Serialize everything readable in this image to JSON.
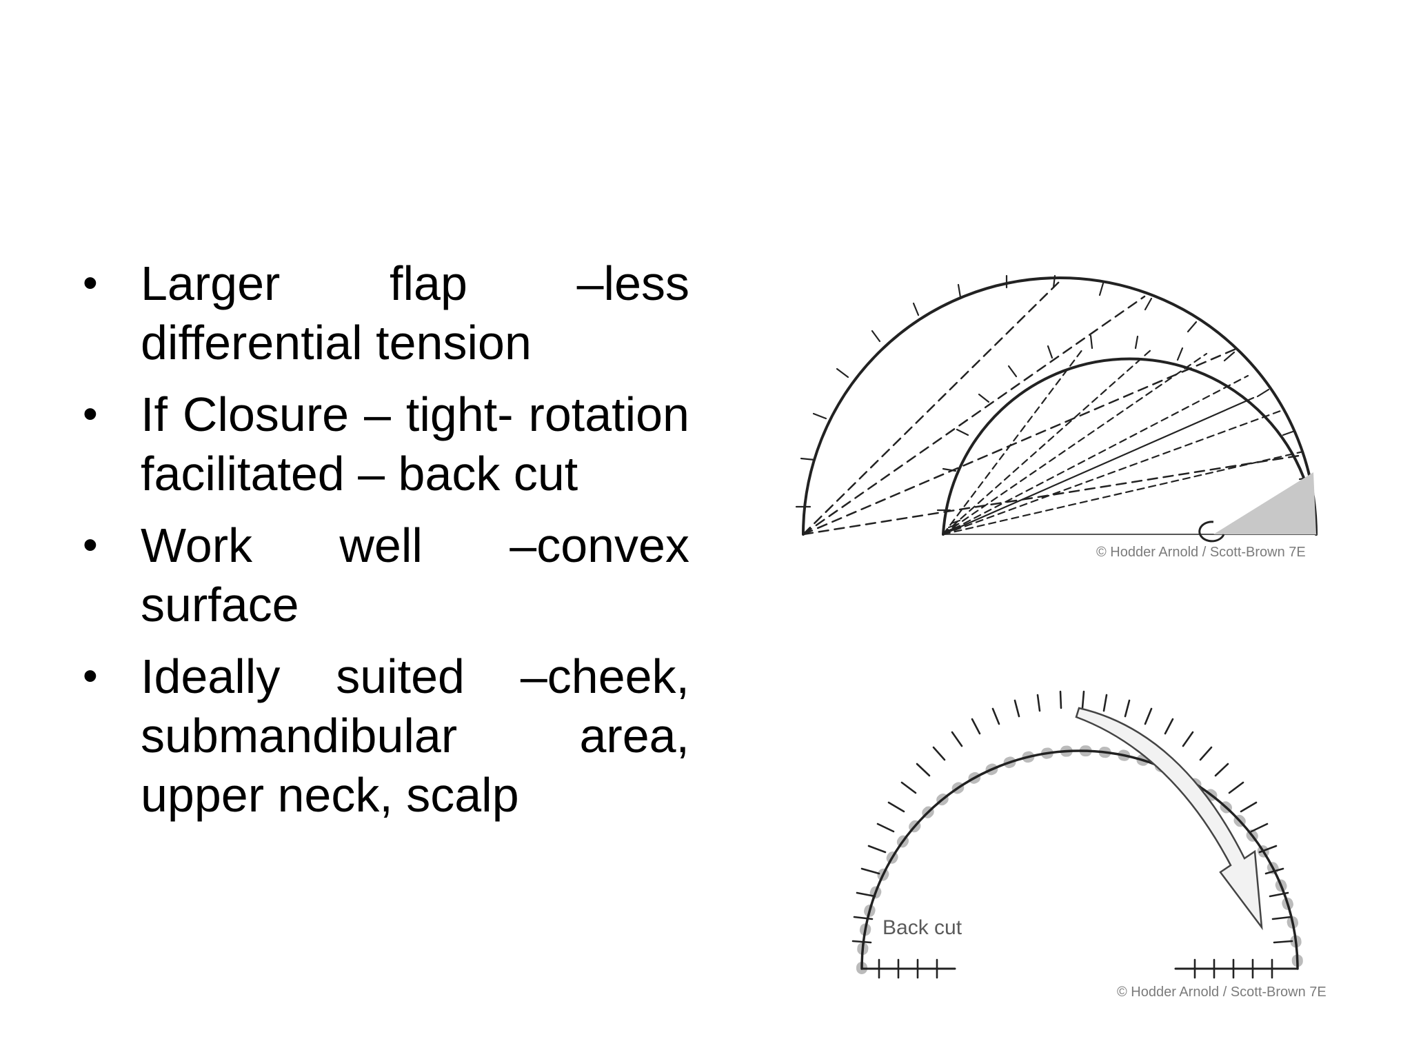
{
  "bullets": [
    {
      "text": "Larger flap –less differential tension"
    },
    {
      "text": "If Closure – tight- rotation facilitated – back cut"
    },
    {
      "text": "Work well –convex surface"
    },
    {
      "text": "Ideally suited –cheek, submandibular area, upper neck, scalp"
    }
  ],
  "bullet_symbol": "•",
  "figure_top": {
    "credit": "© Hodder Arnold / Scott-Brown 7E"
  },
  "figure_bottom": {
    "label": "Back cut",
    "credit": "© Hodder Arnold / Scott-Brown 7E"
  }
}
